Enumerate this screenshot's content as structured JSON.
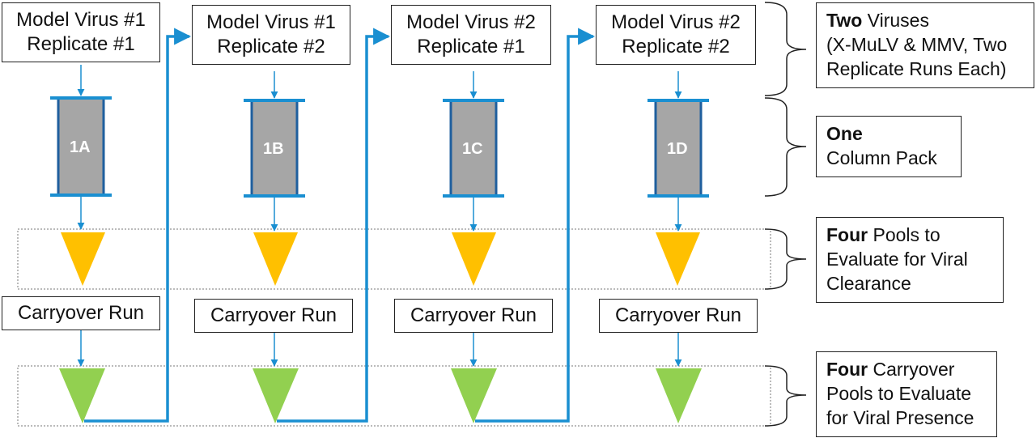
{
  "runs": [
    {
      "virus": "Model Virus #1",
      "replicate": "Replicate #1",
      "column": "1A"
    },
    {
      "virus": "Model Virus #1",
      "replicate": "Replicate #2",
      "column": "1B"
    },
    {
      "virus": "Model Virus #2",
      "replicate": "Replicate #1",
      "column": "1C"
    },
    {
      "virus": "Model Virus #2",
      "replicate": "Replicate #2",
      "column": "1D"
    }
  ],
  "carryover_label": "Carryover Run",
  "notes": {
    "viruses": {
      "bold": "Two",
      "l1": " Viruses",
      "l2": "(X-MuLV & MMV, Two",
      "l3": "Replicate Runs Each)"
    },
    "column": {
      "bold": "One",
      "l2": "Column Pack"
    },
    "pools": {
      "bold": "Four",
      "l1": " Pools to",
      "l2": "Evaluate for Viral",
      "l3": "Clearance"
    },
    "carryover": {
      "bold": "Four",
      "l1": " Carryover",
      "l2": "Pools to Evaluate",
      "l3": "for Viral Presence"
    }
  },
  "colors": {
    "arrow": "#1a8fd1",
    "column_fill": "#a6a6a6",
    "column_border": "#1f5f9e",
    "pool_triangle": "#ffc000",
    "carryover_triangle": "#92d050"
  }
}
